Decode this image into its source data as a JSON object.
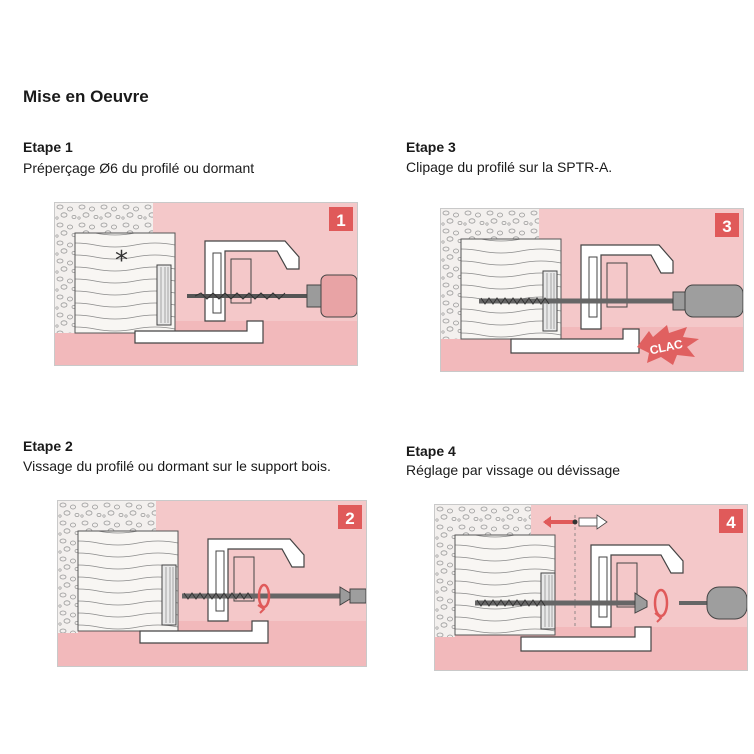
{
  "page": {
    "title": "Mise en Oeuvre"
  },
  "steps": [
    {
      "title": "Etape 1",
      "desc": "Préperçage Ø6 du profilé ou dormant",
      "badge": "1"
    },
    {
      "title": "Etape 2",
      "desc": "Vissage du profilé ou dormant sur le support bois.",
      "badge": "2"
    },
    {
      "title": "Etape 3",
      "desc": "Clipage du profilé sur la SPTR-A.",
      "badge": "3",
      "burst": "CLAC"
    },
    {
      "title": "Etape 4",
      "desc": "Réglage par vissage ou dévissage",
      "badge": "4"
    }
  ],
  "colors": {
    "pink": "#f4c8c9",
    "pink_dark": "#e8a3a5",
    "badge": "#e05a5a",
    "wall": "#f3f0ee",
    "wood": "#f7f5f2",
    "burst": "#e06060",
    "outline": "#333333"
  },
  "icons": [
    "drill-icon",
    "screw-icon",
    "screwdriver-icon",
    "rotation-arrow-icon",
    "adjust-arrow-icon",
    "asterisk-icon"
  ]
}
